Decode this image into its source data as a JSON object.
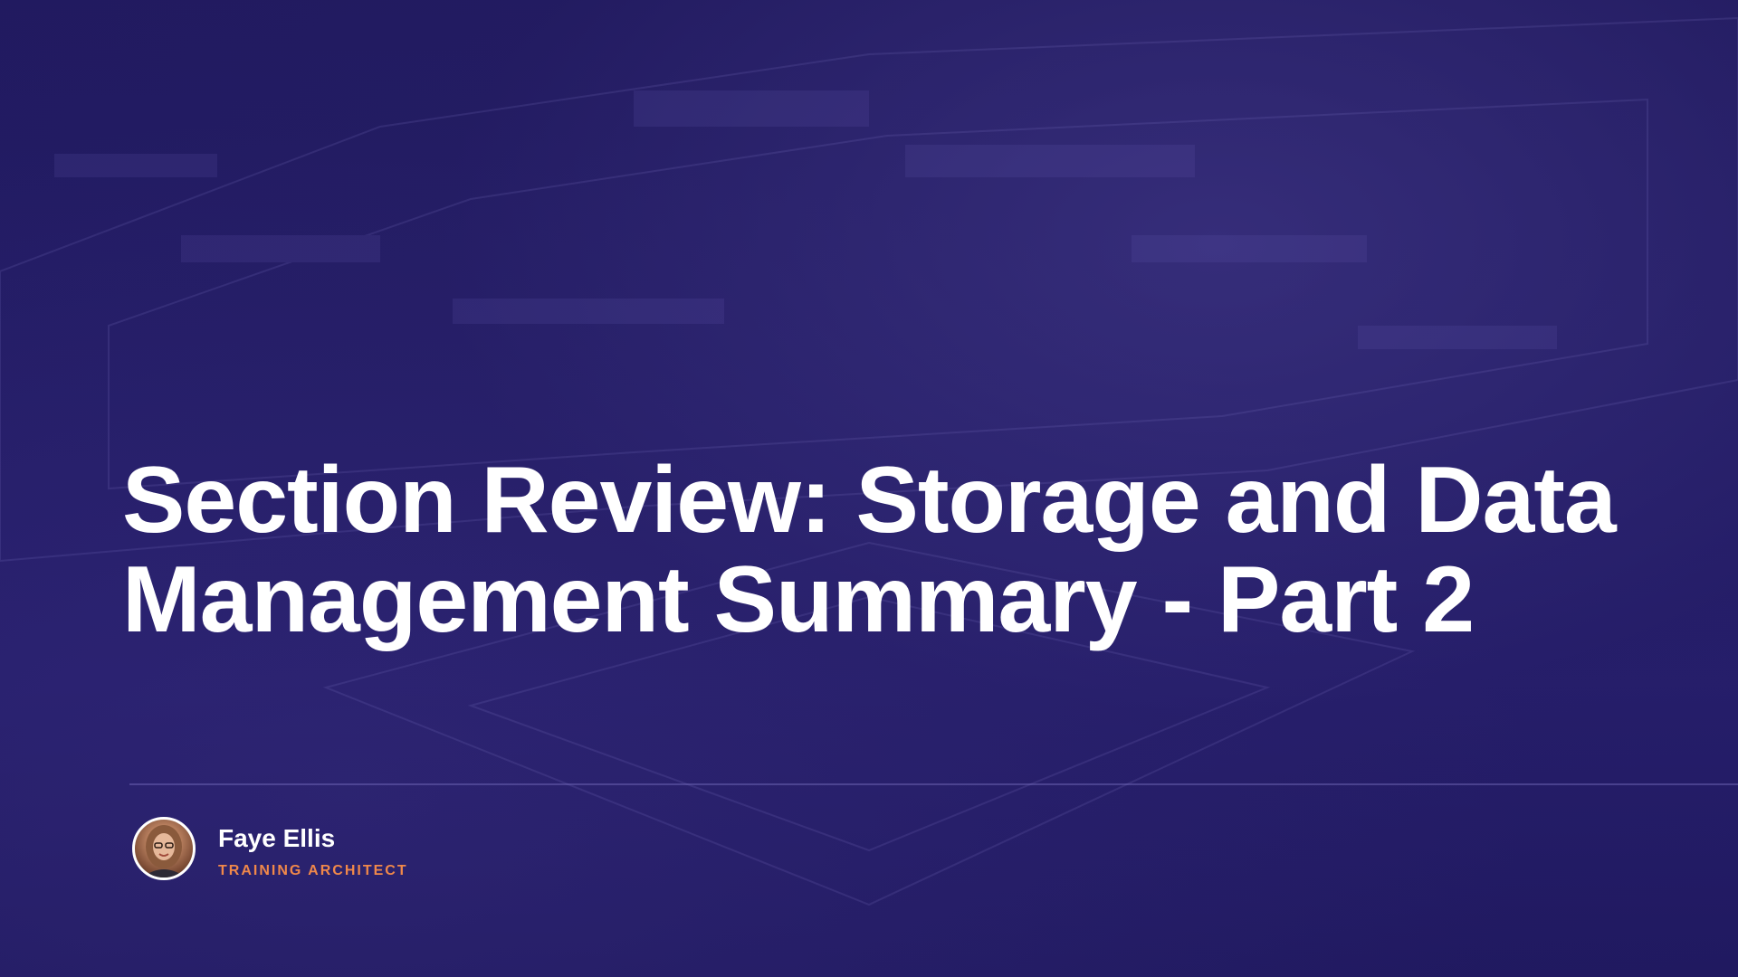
{
  "slide": {
    "title": "Section Review: Storage and Data Management Summary - Part 2"
  },
  "presenter": {
    "name": "Faye Ellis",
    "role": "TRAINING ARCHITECT",
    "avatar_icon": "presenter-photo"
  },
  "colors": {
    "background": "#211a60",
    "title_text": "#ffffff",
    "role_text": "#f0884a"
  }
}
